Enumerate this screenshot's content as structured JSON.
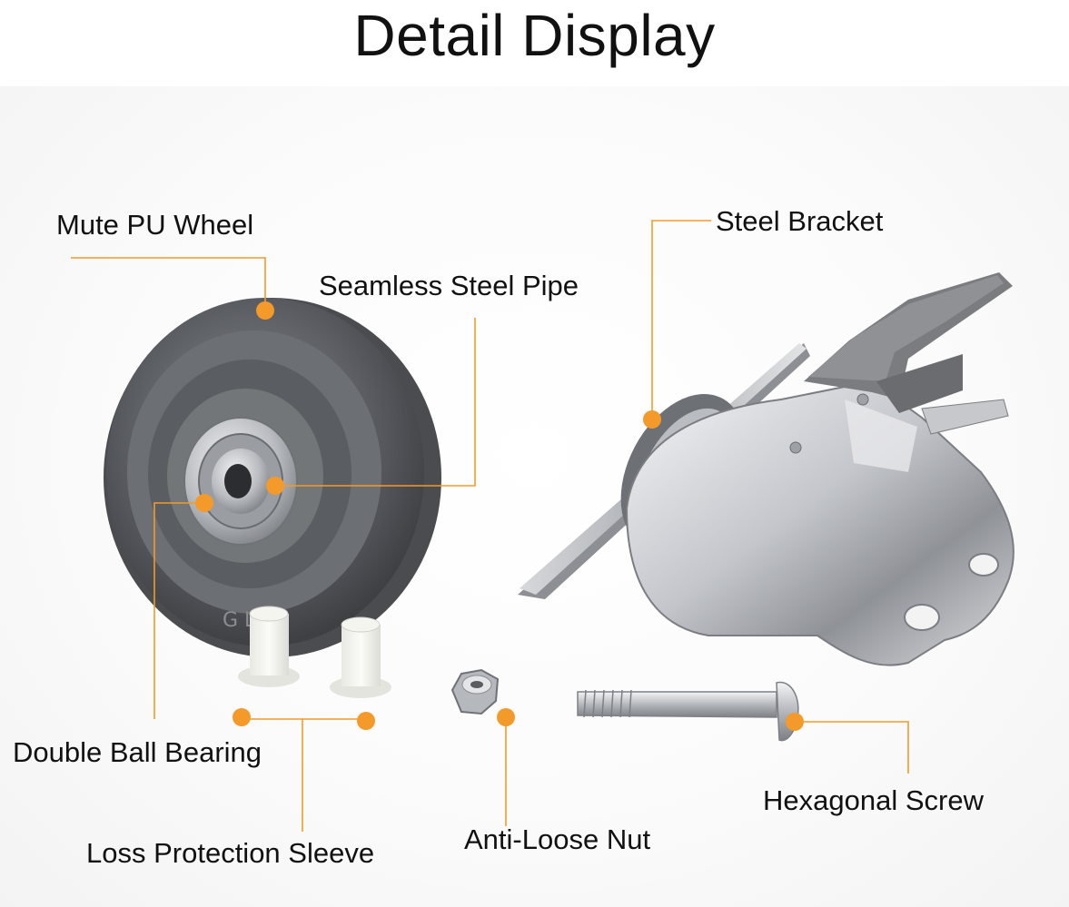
{
  "title": "Detail Display",
  "accent_color": "#F39A2A",
  "labels": {
    "mute_pu_wheel": "Mute PU Wheel",
    "seamless_steel_pipe": "Seamless Steel Pipe",
    "steel_bracket": "Steel Bracket",
    "double_ball_bearing": "Double Ball Bearing",
    "loss_protection_sleeve": "Loss Protection Sleeve",
    "anti_loose_nut": "Anti-Loose Nut",
    "hexagonal_screw": "Hexagonal Screw"
  }
}
